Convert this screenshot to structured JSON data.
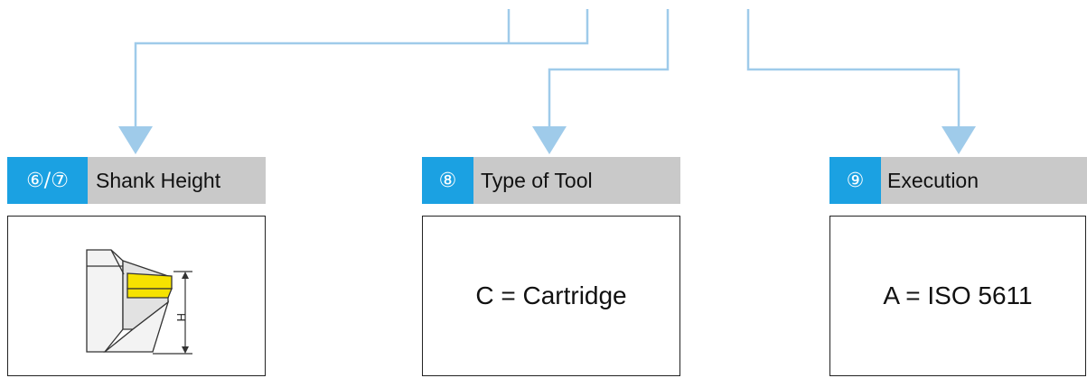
{
  "panels": [
    {
      "badge": "⑥/⑦",
      "title": "Shank Height",
      "content": "",
      "figure_label": "H"
    },
    {
      "badge": "⑧",
      "title": "Type of Tool",
      "content": "C = Cartridge"
    },
    {
      "badge": "⑨",
      "title": "Execution",
      "content": "A = ISO 5611"
    }
  ],
  "colors": {
    "connector": "#9fcbea",
    "badge": "#1ba1e2",
    "header": "#c9c9c9",
    "insert": "#f6e200"
  }
}
